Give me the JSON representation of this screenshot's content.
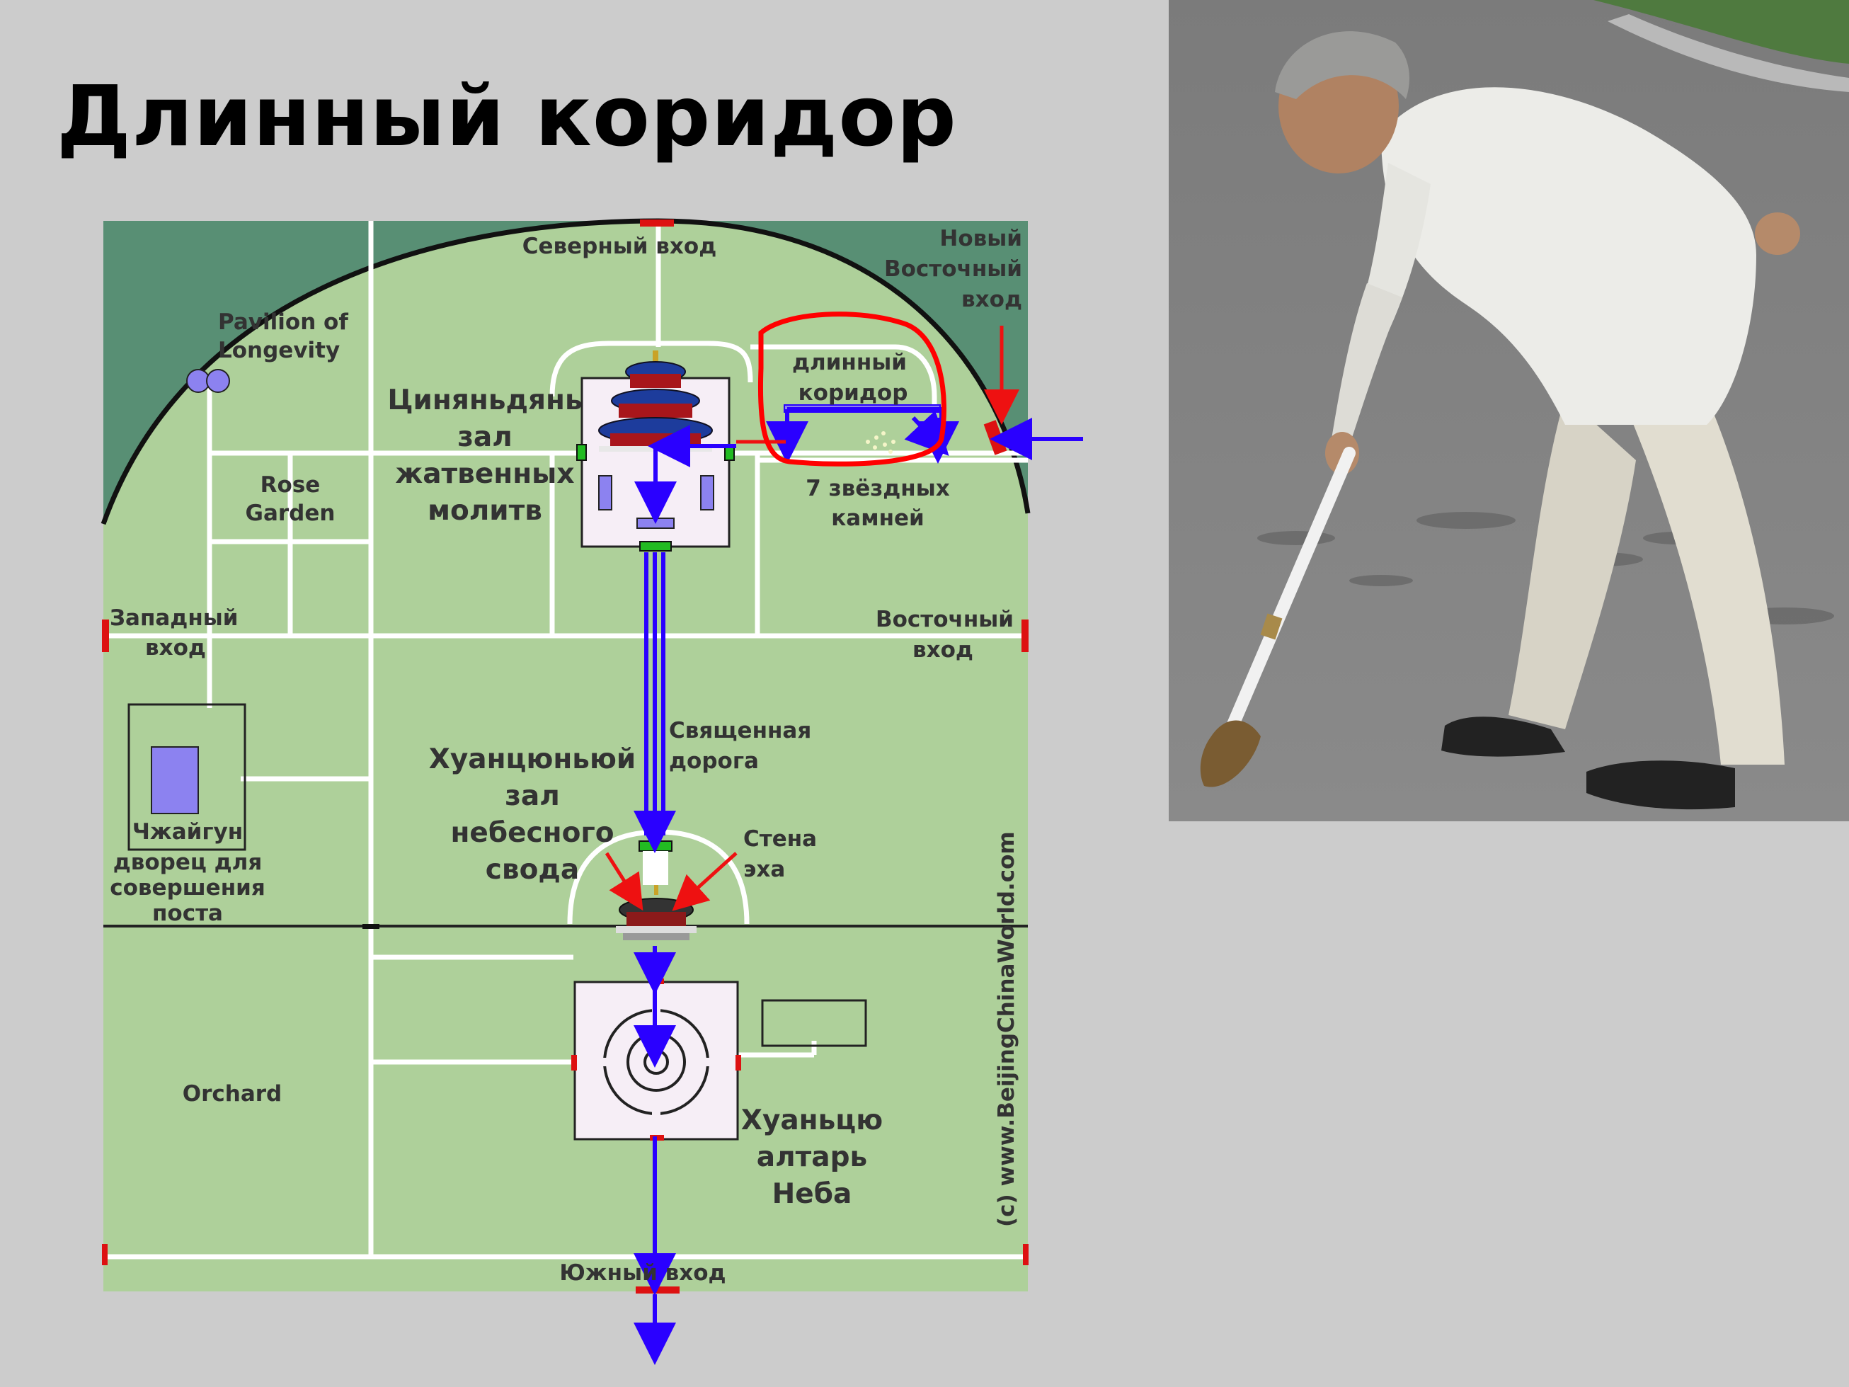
{
  "slide": {
    "title": "Длинный коридор"
  },
  "map": {
    "labels": {
      "north_entrance": "Северный вход",
      "new_east_1": "Новый",
      "new_east_2": "Восточный",
      "new_east_3": "вход",
      "pavilion_1": "Pavilion of",
      "pavilion_2": "Longevity",
      "long_corridor_1": "длинный",
      "long_corridor_2": "коридор",
      "qinian_1": "Циняньдянь",
      "qinian_2": "зал",
      "qinian_3": "жатвенных",
      "qinian_4": "молитв",
      "seven_stones_1": "7 звёздных",
      "seven_stones_2": "камней",
      "rose_1": "Rose",
      "rose_2": "Garden",
      "west_entrance_1": "Западный",
      "west_entrance_2": "вход",
      "east_entrance_1": "Восточный",
      "east_entrance_2": "вход",
      "sacred_road_1": "Священная",
      "sacred_road_2": "дорога",
      "huangqiong_1": "Хуанцюньюй",
      "huangqiong_2": "зал",
      "huangqiong_3": "небесного",
      "huangqiong_4": "свода",
      "echo_wall_1": "Стена",
      "echo_wall_2": "эха",
      "zhaigong_1": "Чжайгун",
      "zhaigong_2": "дворец для",
      "zhaigong_3": "совершения",
      "zhaigong_4": "поста",
      "orchard": "Orchard",
      "altar_1": "Хуаньцю",
      "altar_2": "алтарь",
      "altar_3": "Неба",
      "south_entrance": "Южный вход",
      "copyright": "(c) www.BeijingChinaWorld.com"
    },
    "colors": {
      "park": "#aed09a",
      "outer": "#588f74",
      "path": "#ffffff",
      "route": "#2a00ff",
      "highlight": "#ff0000",
      "gate": "#dd1111",
      "building": "#f6eef6",
      "pond": "#8c82f0"
    }
  }
}
